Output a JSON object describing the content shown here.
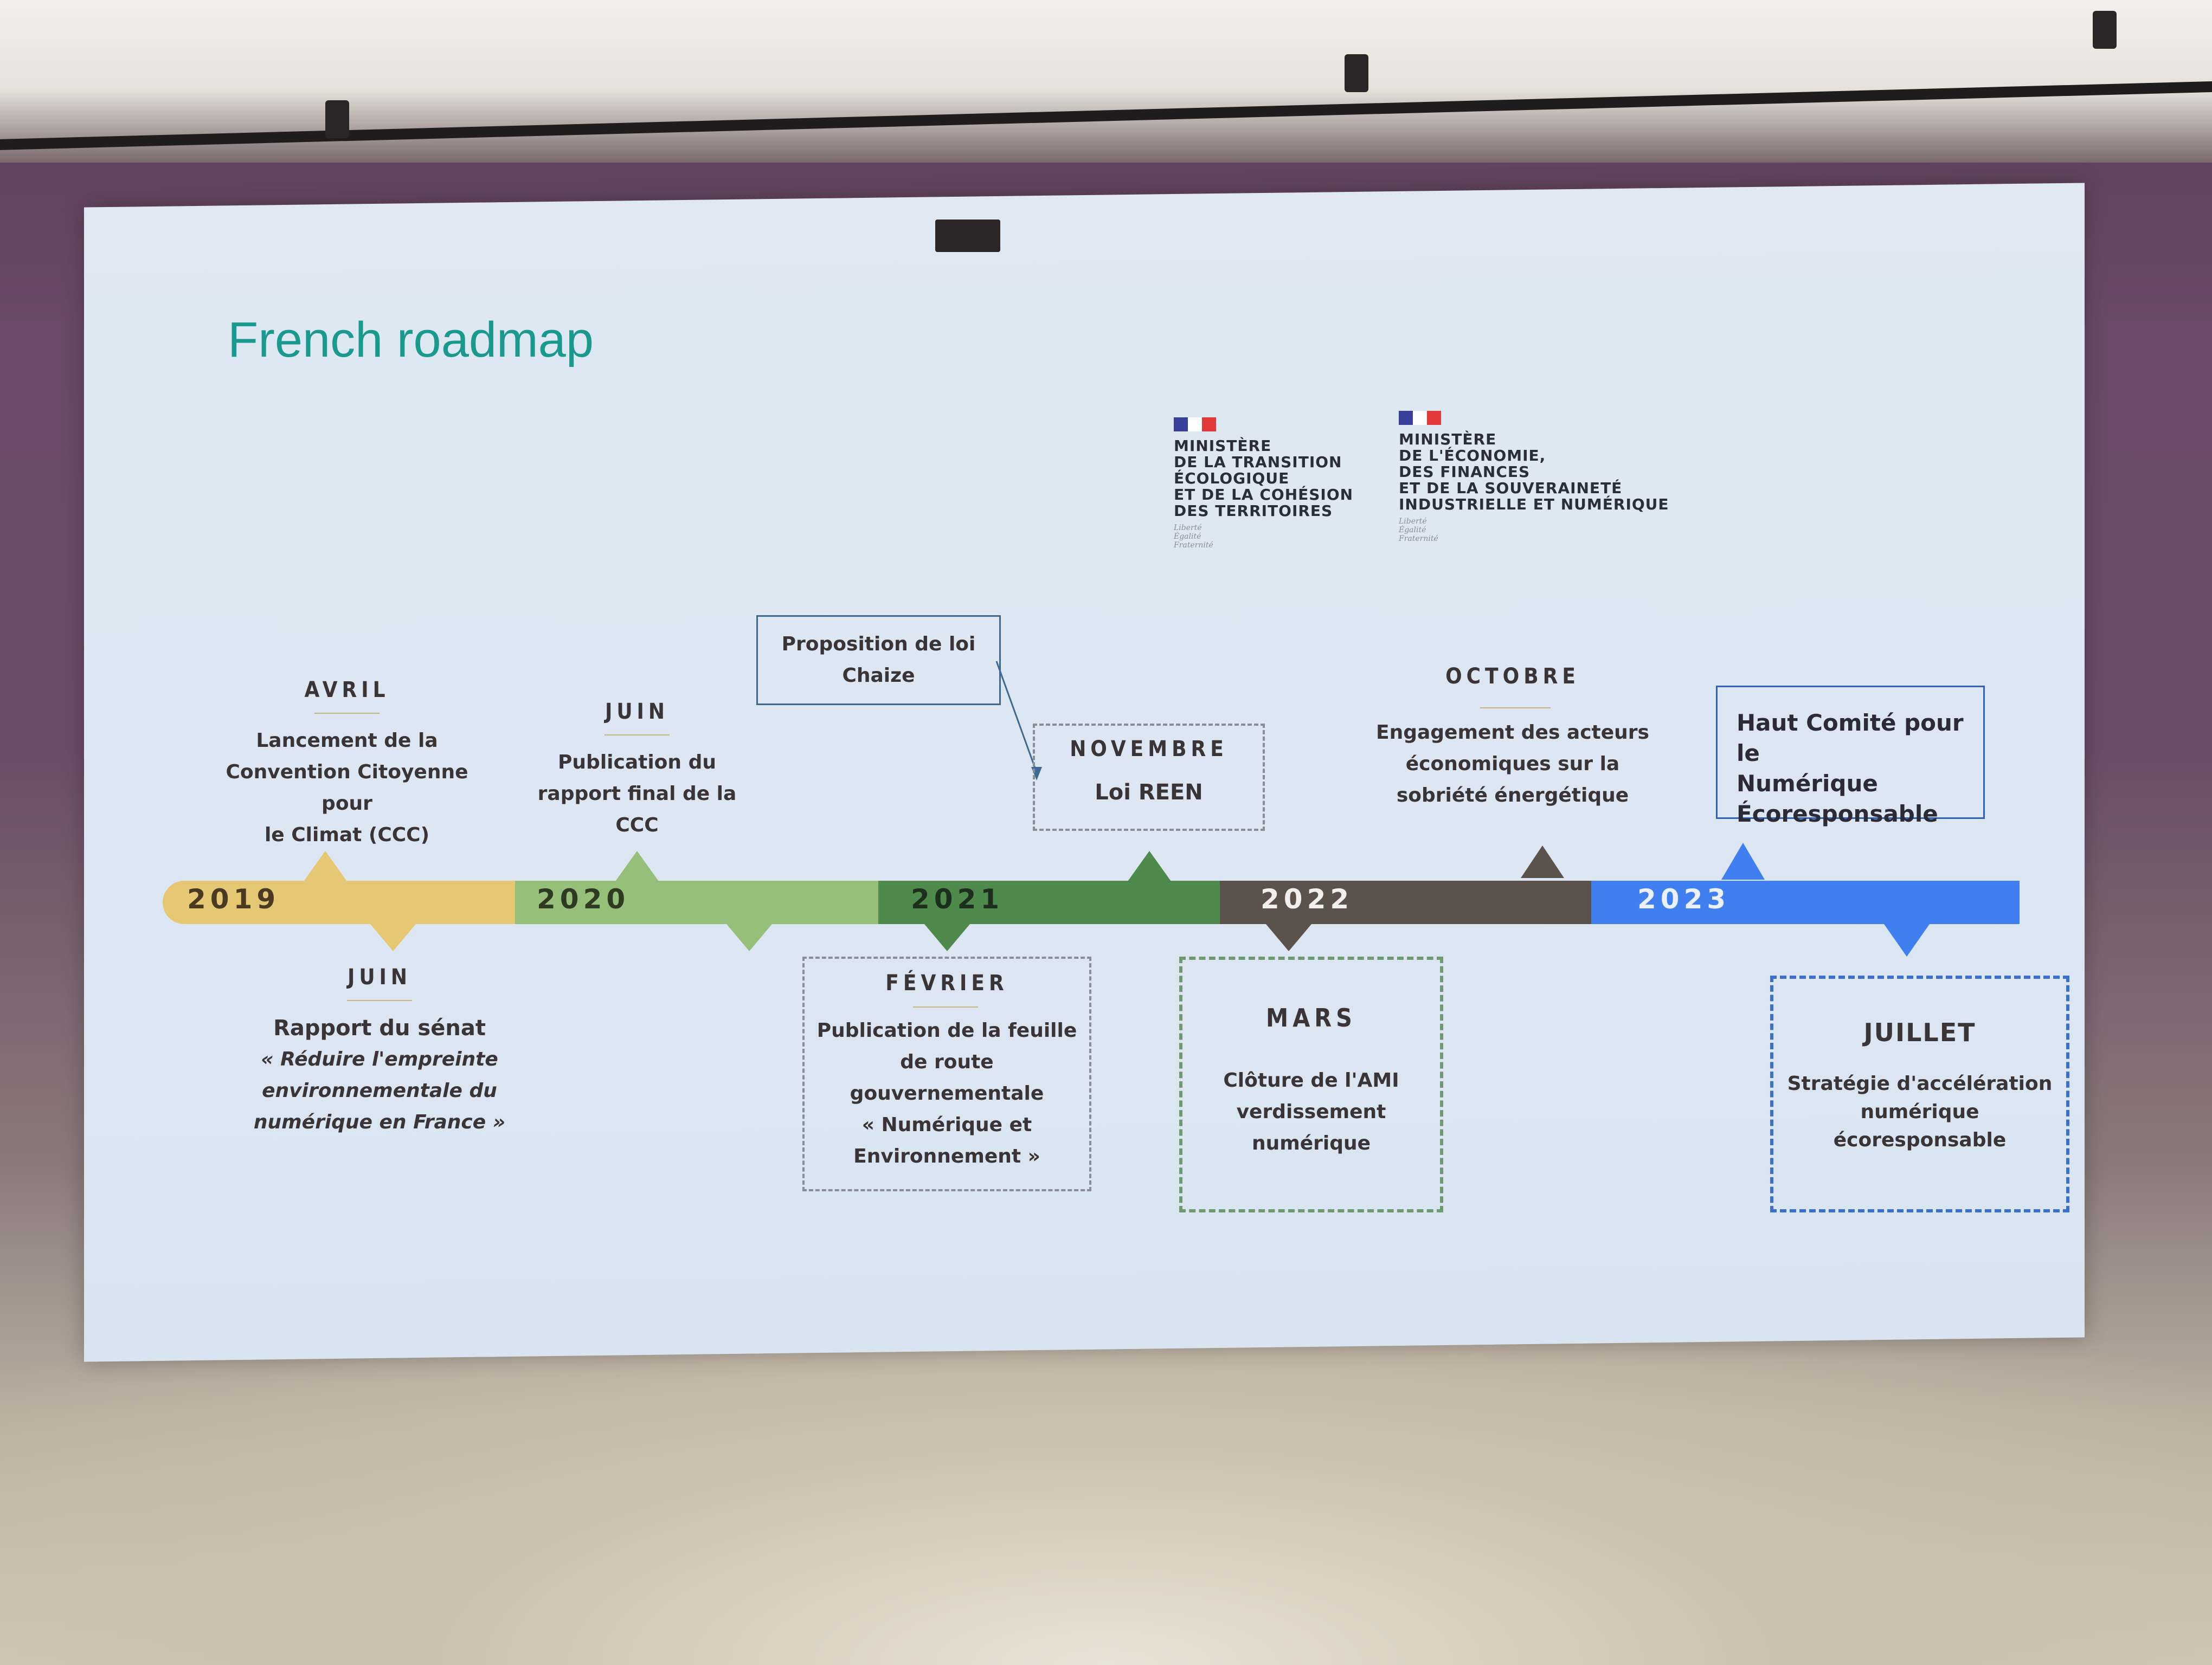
{
  "title": "French roadmap",
  "logos": [
    {
      "lines": [
        "MINISTÈRE",
        "DE LA TRANSITION",
        "ÉCOLOGIQUE",
        "ET DE LA COHÉSION",
        "DES TERRITOIRES"
      ],
      "motto": [
        "Liberté",
        "Égalité",
        "Fraternité"
      ]
    },
    {
      "lines": [
        "MINISTÈRE",
        "DE L'ÉCONOMIE,",
        "DES FINANCES",
        "ET DE LA SOUVERAINETÉ",
        "INDUSTRIELLE ET NUMÉRIQUE"
      ],
      "motto": [
        "Liberté",
        "Égalité",
        "Fraternité"
      ]
    }
  ],
  "years": [
    "2019",
    "2020",
    "2021",
    "2022",
    "2023"
  ],
  "colors": {
    "y2019": "#e6c874",
    "y2020": "#96c079",
    "y2021": "#4e8a4c",
    "y2022": "#5a524b",
    "y2023": "#3f7ff0",
    "title": "#1a9a8f"
  },
  "events": {
    "avril": {
      "month": "AVRIL",
      "lines": [
        "Lancement de la",
        "Convention Citoyenne pour",
        "le Climat (CCC)"
      ]
    },
    "juin2019": {
      "month": "JUIN",
      "lines": [
        "Rapport du sénat",
        "« Réduire l'empreinte",
        "environnementale du",
        "numérique en France »"
      ]
    },
    "juin2020": {
      "month": "JUIN",
      "lines": [
        "Publication du",
        "rapport final de la",
        "CCC"
      ]
    },
    "chaize": {
      "lines": [
        "Proposition de loi",
        "Chaize"
      ]
    },
    "fevrier": {
      "month": "FÉVRIER",
      "lines": [
        "Publication de la feuille",
        "de route gouvernementale",
        "« Numérique et",
        "Environnement »"
      ]
    },
    "novembre": {
      "month": "NOVEMBRE",
      "lines": [
        "Loi REEN"
      ]
    },
    "mars": {
      "month": "MARS",
      "lines": [
        "Clôture de l'AMI",
        "verdissement",
        "numérique"
      ]
    },
    "octobre": {
      "month": "OCTOBRE",
      "lines": [
        "Engagement des acteurs",
        "économiques sur la",
        "sobriété énergétique"
      ]
    },
    "hautcomite": {
      "lines": [
        "Haut Comité pour le",
        "Numérique",
        "Écoresponsable"
      ]
    },
    "juillet": {
      "month": "JUILLET",
      "lines": [
        "Stratégie d'accélération",
        "numérique",
        "écoresponsable"
      ]
    }
  }
}
